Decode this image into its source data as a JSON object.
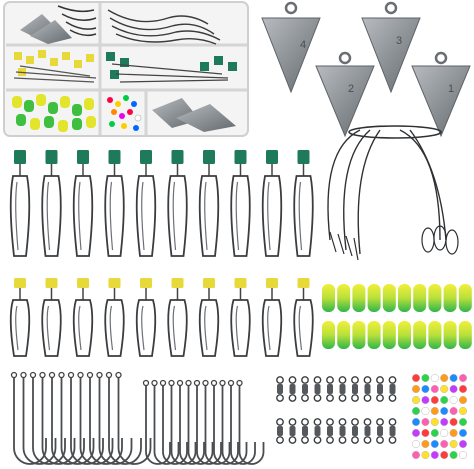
{
  "scene": {
    "description_label": "",
    "sinker_numbers": [
      "4",
      "3",
      "2",
      "1"
    ],
    "colors": {
      "sinker": "#8d9297",
      "sinker_dark": "#5e6368",
      "wire": "#3a3d40",
      "green_sleeve": "#1f7a5a",
      "yellow_sleeve": "#e8d93a",
      "float_yellow": "#e6e62a",
      "float_green": "#3fbf3f",
      "box_frame": "#d8d8d8"
    }
  }
}
